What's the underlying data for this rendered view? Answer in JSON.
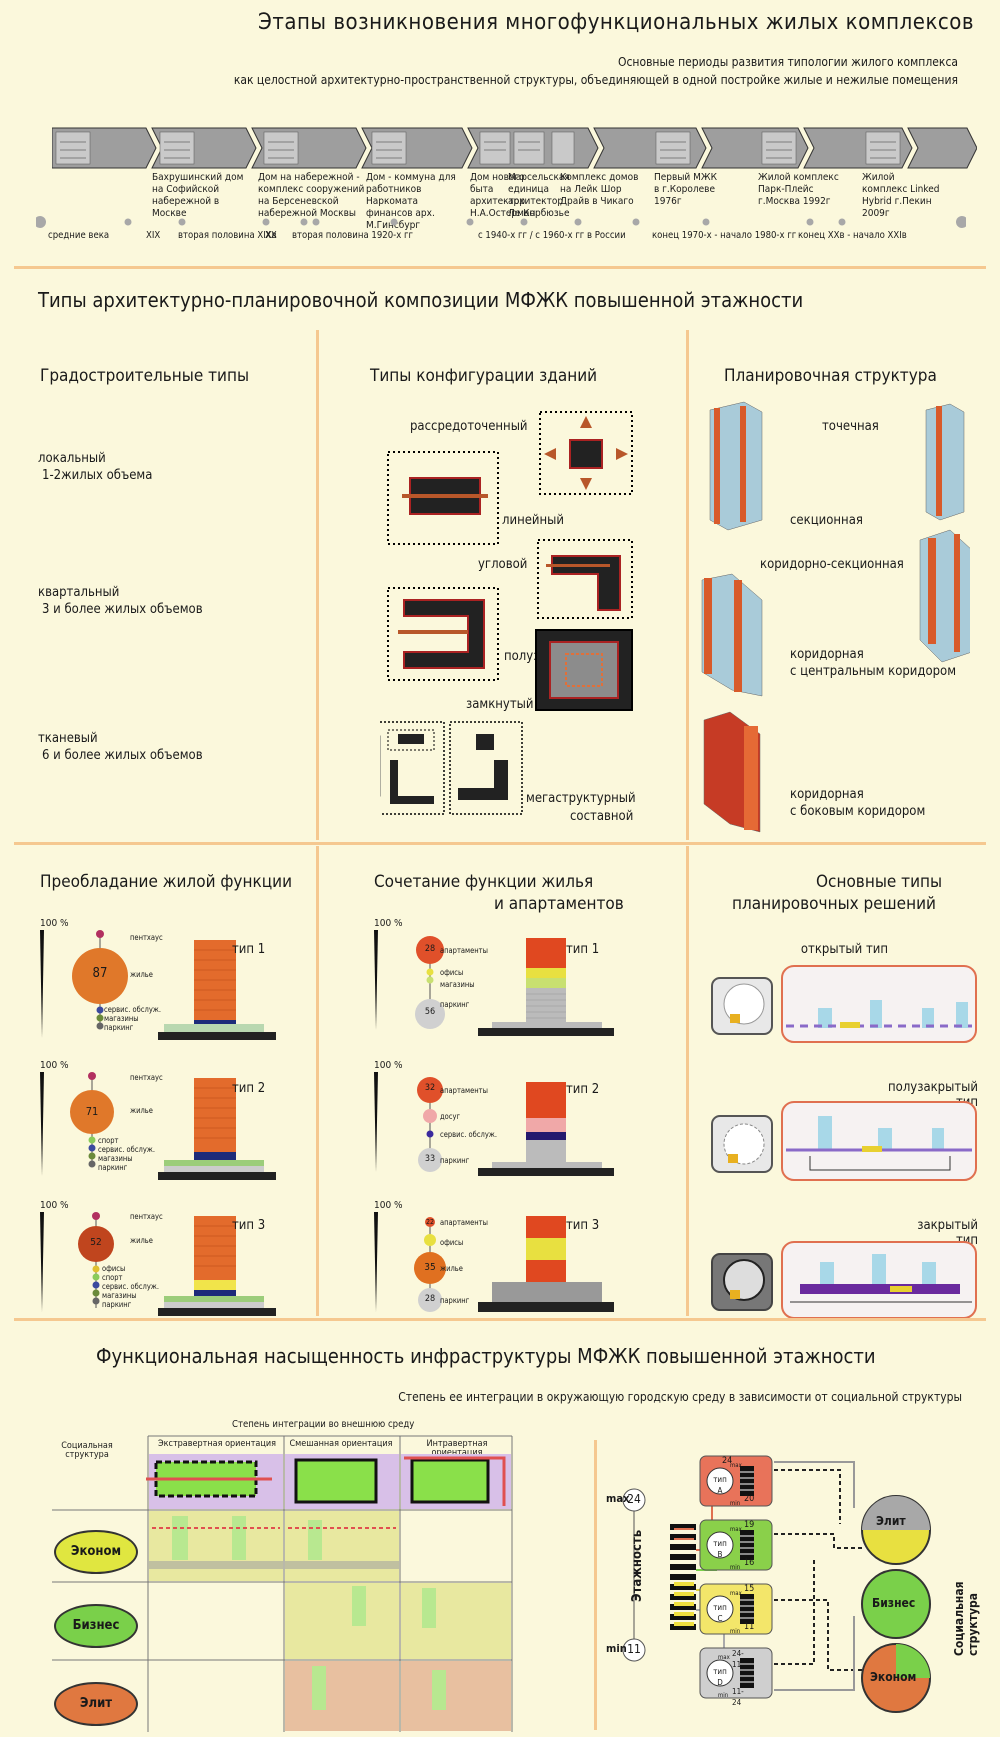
{
  "header": {
    "title": "Этапы возникновения многофункциональных жилых комплексов",
    "subtitle_line1": "Основные периоды развития типологии жилого комплекса",
    "subtitle_line2": "как целостной архитектурно-пространственной структуры, объединяющей в одной постройке жилые и нежилые помещения"
  },
  "timeline": {
    "captions": [
      "Бахрушинский дом на Софийской набережной в Москве",
      "Дом на набережной - комплекс сооружений на Берсеневской набережной Москвы",
      "Дом - коммуна для работников Наркомата финансов арх. М.Гинсбург",
      "Дом нового быта архитектор Н.А.Остерман",
      "Марсельская единица архитектор Ле Корбюзье",
      "Комплекс домов на Лейк Шор Драйв в Чикаго",
      "Первый МЖК в г.Королеве 1976г",
      "Жилой комплекс Парк-Плейс г.Москва 1992г",
      "Жилой комплекс Linked Hybrid г.Пекин 2009г"
    ],
    "dates": [
      "средние века",
      "XIX",
      "вторая половина XIXв",
      "XX",
      "вторая половина 1920-х гг",
      "с 1940-х гг / с 1960-х гг в России",
      "конец 1970-х - начало 1980-х гг",
      "конец XXв - начало XXIв"
    ]
  },
  "section2": {
    "title": "Типы архитектурно-планировочной композиции МФЖК повышенной  этажности",
    "col1": {
      "title": "Градостроительные типы",
      "items": [
        {
          "l1": "локальный",
          "l2": "1-2жилых объема"
        },
        {
          "l1": "квартальный",
          "l2": "3 и более жилых объемов"
        },
        {
          "l1": "тканевый",
          "l2": "6 и более жилых объемов"
        }
      ]
    },
    "col2": {
      "title": "Типы конфигурации зданий",
      "items": [
        "рассредоточенный",
        "линейный",
        "угловой",
        "полузамкнутый",
        "замкнутый",
        "мегаструктурный",
        "составной"
      ]
    },
    "col3": {
      "title": "Планировочная структура",
      "items": [
        "точечная",
        "секционная",
        "коридорно-секционная",
        "коридорная",
        "с центральным коридором",
        "коридорная",
        "с боковым коридором"
      ]
    }
  },
  "section3": {
    "col1": {
      "title": "Преобладание жилой функции",
      "pct": "100 %",
      "types": [
        {
          "name": "тип 1",
          "value": "87",
          "floors": [
            "пентхаус",
            "жилье",
            "сервис. обслуж.",
            "магазины",
            "паркинг"
          ]
        },
        {
          "name": "тип 2",
          "value": "71",
          "floors": [
            "пентхаус",
            "жилье",
            "спорт",
            "сервис. обслуж.",
            "магазины",
            "паркинг"
          ]
        },
        {
          "name": "тип 3",
          "value": "52",
          "floors": [
            "пентхаус",
            "жилье",
            "офисы",
            "спорт",
            "сервис. обслуж.",
            "магазины",
            "паркинг"
          ]
        }
      ]
    },
    "col2": {
      "title1": "Сочетание функции жилья",
      "title2": "и апартаментов",
      "pct": "100 %",
      "types": [
        {
          "name": "тип 1",
          "values": [
            "28",
            "56"
          ],
          "floors": [
            "апартаменты",
            "офисы",
            "магазины",
            "паркинг"
          ]
        },
        {
          "name": "тип 2",
          "values": [
            "32",
            "33"
          ],
          "floors": [
            "апартаменты",
            "досуг",
            "сервис. обслуж.",
            "паркинг"
          ]
        },
        {
          "name": "тип 3",
          "values": [
            "22",
            "35",
            "28"
          ],
          "floors": [
            "апартаменты",
            "офисы",
            "жилье",
            "паркинг"
          ]
        }
      ]
    },
    "col3": {
      "title1": "Основные типы",
      "title2": "планировочных решений",
      "types": [
        "открытый тип",
        "полузакрытый тип",
        "закрытый тип"
      ]
    }
  },
  "section4": {
    "title": "Функциональная насыщенность инфраструктуры МФЖК повышенной этажности",
    "subtitle": "Степень ее интеграции в окружающую городскую среду в зависимости от социальной структуры",
    "table": {
      "top_header": "Степень интеграции во внешнюю среду",
      "row_header": "Социальная структура",
      "cols": [
        "Экстравертная ориентация",
        "Смешанная ориентация",
        "Интравертная ориентация"
      ],
      "rows": [
        "Эконом",
        "Бизнес",
        "Элит"
      ]
    },
    "diagram": {
      "axis": "Этажность",
      "max_label": "max",
      "min_label": "min",
      "max_value": "24",
      "min_value": "11",
      "types": [
        {
          "name": "тип A",
          "max": "24",
          "min": "20",
          "color": "#e8735a"
        },
        {
          "name": "тип B",
          "max": "19",
          "min": "16",
          "color": "#8ad04a"
        },
        {
          "name": "тип C",
          "max": "15",
          "min": "11",
          "color": "#f3e66a"
        },
        {
          "name": "тип D",
          "max": "24-11",
          "min": "11-24",
          "color": "#cfcfcf"
        }
      ],
      "social_axis": "Социальная структура",
      "social": [
        "Элит",
        "Бизнес",
        "Эконом"
      ],
      "max_prefix": "max",
      "min_prefix": "min"
    }
  }
}
